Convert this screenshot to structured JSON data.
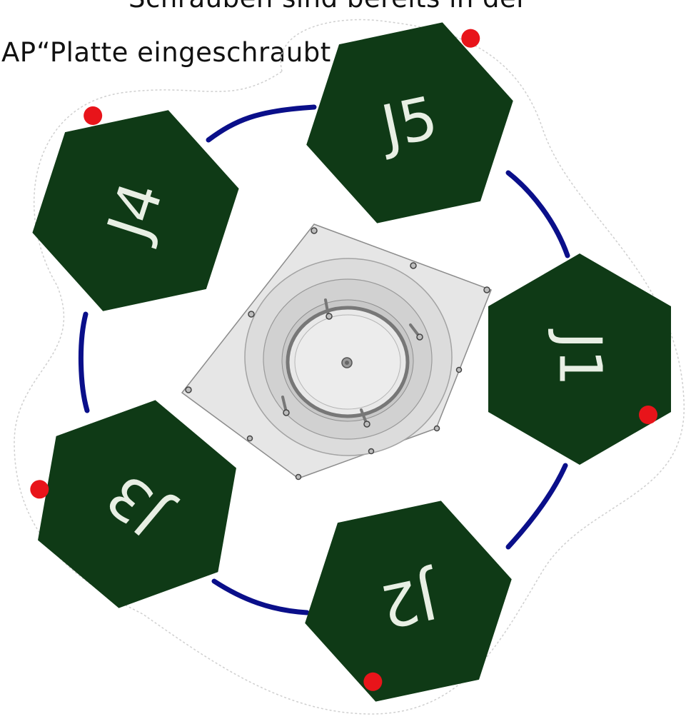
{
  "caption": {
    "line1": "Schrauben sind bereits  in der",
    "line2": "AP“Platte eingeschraubt"
  },
  "colors": {
    "hex_fill": "#0f3a16",
    "connector": "#0a0f8a",
    "marker": "#e8141a",
    "plate": "#e6e6e6"
  },
  "joints": [
    {
      "id": "J5",
      "label": "J5"
    },
    {
      "id": "J4",
      "label": "J4"
    },
    {
      "id": "J1",
      "label": "J1"
    },
    {
      "id": "J3",
      "label": "J3"
    },
    {
      "id": "J2",
      "label": "J2"
    }
  ]
}
